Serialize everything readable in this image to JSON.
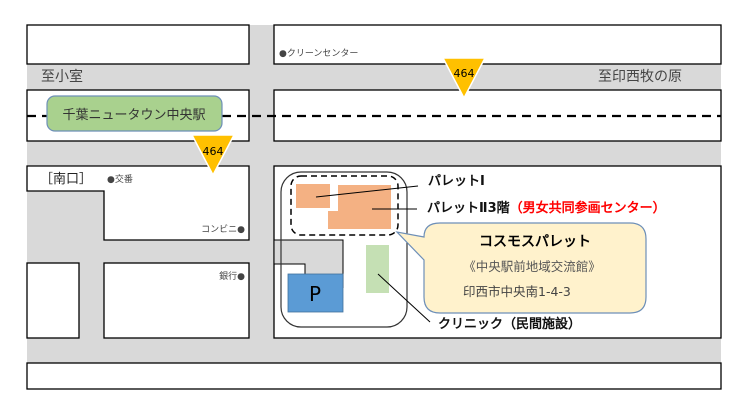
{
  "directions": {
    "west": "至小室",
    "east": "至印西牧の原"
  },
  "station": {
    "name": "千葉ニュータウン中央駅",
    "exit": "［南口］"
  },
  "route_markers": [
    "464",
    "464"
  ],
  "landmarks": {
    "clean_center": "●クリーンセンター",
    "koban": "●交番",
    "convenience": "コンビニ●",
    "bank": "銀行●"
  },
  "facility": {
    "palette1": "パレットⅠ",
    "palette2": "パレットⅡ3階",
    "palette2_note": "（男女共同参画センター）",
    "clinic": "クリニック（民間施設）",
    "parking": "P"
  },
  "callout": {
    "title": "コスモスパレット",
    "subtitle": "《中央駅前地域交流館》",
    "address": "印西市中央南1-4-3"
  },
  "colors": {
    "road": "#d9d9d9",
    "building": "#f4b183",
    "clinic": "#c5e0b4",
    "parking": "#5b9bd5",
    "marker": "#ffc000",
    "callout": "#fff2cc",
    "accent_red": "#ff0000"
  }
}
